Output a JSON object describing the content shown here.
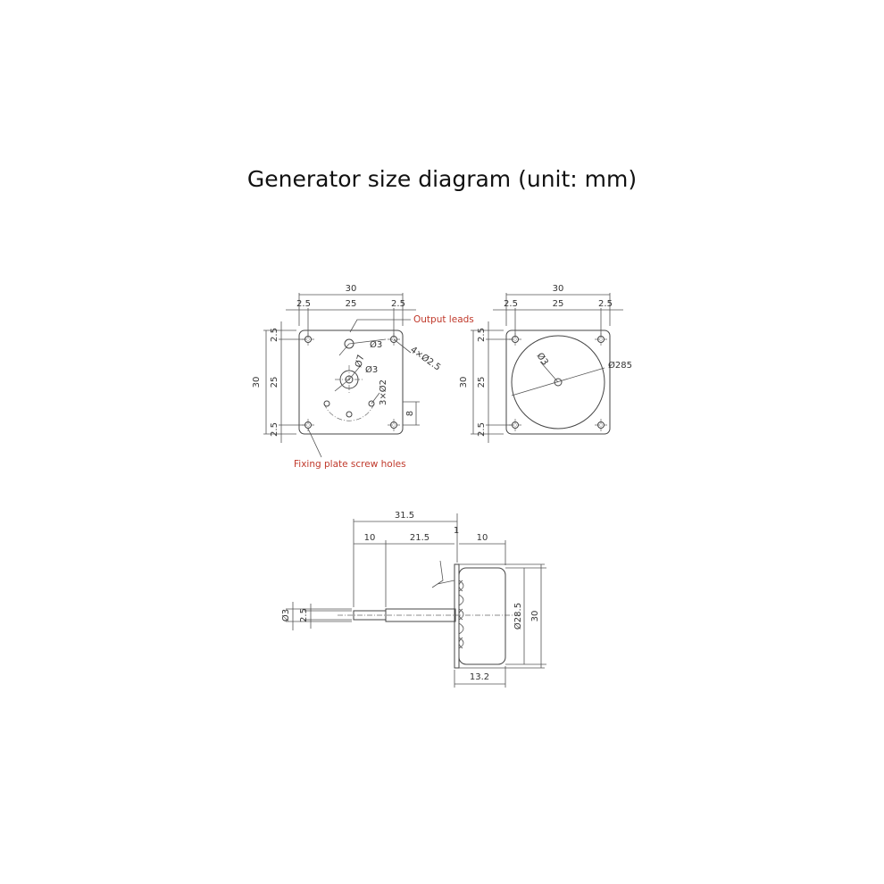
{
  "title": "Generator size diagram (unit: mm)",
  "labels": {
    "output_leads": "Output leads",
    "fixing_holes": "Fixing plate screw holes"
  },
  "front_view": {
    "dim_top_overall": "30",
    "dim_top_left_margin": "2.5",
    "dim_top_pitch": "25",
    "dim_top_right_margin": "2.5",
    "dim_left_overall": "30",
    "dim_left_top_margin": "2.5",
    "dim_left_pitch": "25",
    "dim_left_bottom_margin": "2.5",
    "dim_lead_hole": "Ø3",
    "dim_screw_holes": "4×Ø2.5",
    "dim_boss": "Ø7",
    "dim_shaft": "Ø3",
    "dim_small_holes": "3×Ø2",
    "dim_offset": "8"
  },
  "rear_view": {
    "dim_top_overall": "30",
    "dim_top_left_margin": "2.5",
    "dim_top_pitch": "25",
    "dim_top_right_margin": "2.5",
    "dim_left_overall": "30",
    "dim_left_top_margin": "2.5",
    "dim_left_pitch": "25",
    "dim_left_bottom_margin": "2.5",
    "dim_center": "Ø3",
    "dim_diameter": "Ø285"
  },
  "side_view": {
    "dim_total": "31.5",
    "dim_shaft_tip": "10",
    "dim_shaft_body": "21.5",
    "dim_plate": "1",
    "dim_body": "10",
    "dim_shaft_dia": "Ø3",
    "dim_flat": "2.5",
    "dim_body_dia": "Ø28.5",
    "dim_height": "30",
    "dim_depth": "13.2"
  }
}
